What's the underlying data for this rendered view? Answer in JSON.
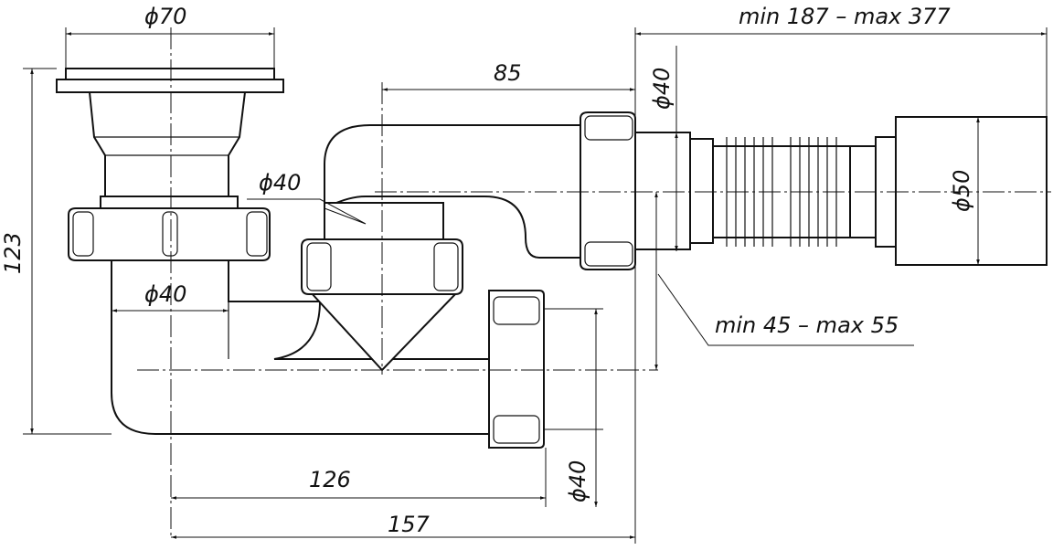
{
  "title": "Shower tray siphon dimension drawing",
  "dimensions": {
    "strainer_diameter": "ϕ70",
    "outlet_length": "min 187 – max 377",
    "horizontal_offset": "85",
    "diameter_upper_outlet": "ϕ40",
    "diameter_trap_inlet": "ϕ40",
    "diameter_riser": "ϕ40",
    "diameter_lower_outlet": "ϕ40",
    "height": "123",
    "diameter_flex_end": "ϕ50",
    "outlet_height_range": "min 45 – max 55",
    "length_lower": "126",
    "length_total": "157"
  }
}
